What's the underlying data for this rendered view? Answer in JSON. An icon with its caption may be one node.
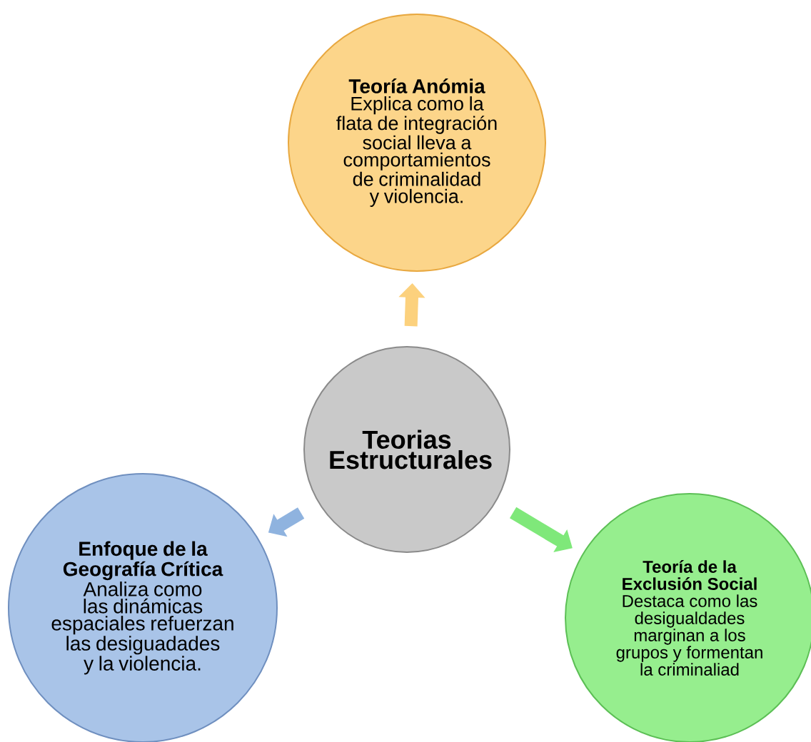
{
  "diagram": {
    "nodes": [
      {
        "text": [
          "Teoría Anómia",
          "Explica como la flata de integración social lleva a comportamientos de criminalidad y violencia."
        ]
      },
      {
        "text": [
          "Teorias Estructurales"
        ]
      },
      {
        "text": [
          "Enfoque de la Geografía Crítica",
          "Analiza como las dinámicas espaciales refuerzan las desiguadades y la violencia."
        ]
      },
      {
        "text": [
          "Teoría de la Exclusión Social",
          "Destaca como las desigualdades marginan a los grupos y formentan la criminaliad"
        ]
      }
    ],
    "edges": [
      {
        "from": 1,
        "to": 0,
        "arrow": "to",
        "color": "#fcd17d"
      },
      {
        "from": 1,
        "to": 2,
        "arrow": "to",
        "color": "#8fb3df"
      },
      {
        "from": 1,
        "to": 3,
        "arrow": "to",
        "color": "#7fe87a"
      }
    ]
  }
}
